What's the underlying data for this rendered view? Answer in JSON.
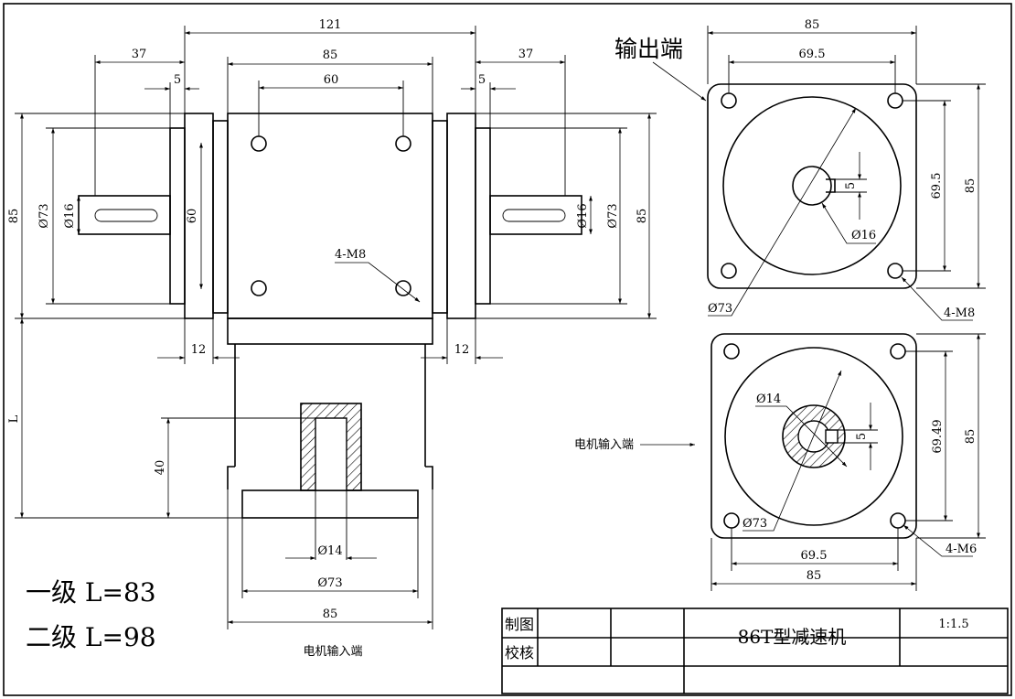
{
  "drawing": {
    "front_view": {
      "overall_width": "121",
      "body_width": "85",
      "hole_spacing": "60",
      "left_shaft_length": "37",
      "right_shaft_length": "37",
      "left_key_offset": "5",
      "right_key_offset": "5",
      "left_flange": "12",
      "right_flange": "12",
      "left_height": "85",
      "left_pilot": "Ø73",
      "left_shaft": "Ø16",
      "right_height": "85",
      "right_pilot": "Ø73",
      "right_shaft": "Ø16",
      "hole_vertical": "60",
      "thread_callout": "4-M8",
      "length_label": "L",
      "stub_height": "40",
      "bore": "Ø14",
      "spigot": "Ø73",
      "base_width": "85",
      "input_label": "电机输入端"
    },
    "output_view": {
      "label": "输出端",
      "width": "85",
      "hole_spacing_h": "69.5",
      "hole_spacing_v": "69.5",
      "height": "85",
      "key": "5",
      "shaft": "Ø16",
      "pilot": "Ø73",
      "thread": "4-M8"
    },
    "input_view": {
      "label": "电机输入端",
      "bore": "Ø14",
      "key": "5",
      "hole_spacing_v": "69.49",
      "height": "85",
      "pilot": "Ø73",
      "thread": "4-M6",
      "hole_spacing_h": "69.5",
      "width": "85"
    },
    "lengths": {
      "stage1": "一级 L=83",
      "stage2": "二级 L=98"
    },
    "title_block": {
      "drawn_label": "制图",
      "checked_label": "校核",
      "title": "86T型减速机",
      "scale": "1:1.5"
    }
  }
}
